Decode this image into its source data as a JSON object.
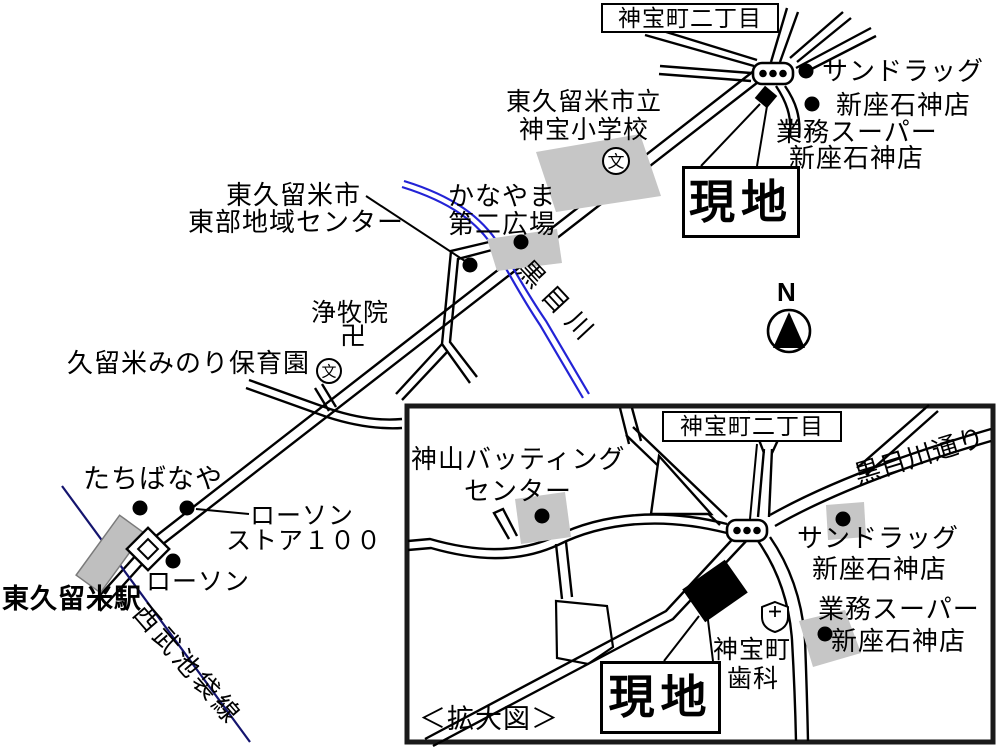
{
  "main": {
    "box_chome": "神宝町二丁目",
    "genchi": "現地",
    "sundrug1": "サンドラッグ",
    "sundrug2": "新座石神店",
    "gyomu1": "業務スーパー",
    "gyomu2": "新座石神店",
    "school1": "東久留米市立",
    "school2": "神宝小学校",
    "school_mark": "文",
    "center1": "東久留米市",
    "center2": "東部地域センター",
    "kanayama1": "かなやま",
    "kanayama2": "第二広場",
    "river": "黒目川",
    "joboku": "浄牧院",
    "manji": "卍",
    "nursery": "久留米みのり保育園",
    "tachibanaya": "たちばなや",
    "lawson100_1": "ローソン",
    "lawson100_2": "ストア１００",
    "lawson": "ローソン",
    "station": "東久留米駅",
    "railway": "西武池袋線",
    "north": "N"
  },
  "inset": {
    "box_chome": "神宝町二丁目",
    "genchi": "現地",
    "batting1": "神山バッティング",
    "batting2": "センター",
    "kurome_dori": "黒目川通り",
    "sundrug1": "サンドラッグ",
    "sundrug2": "新座石神店",
    "gyomu1": "業務スーパー",
    "gyomu2": "新座石神店",
    "dental1": "神宝町",
    "dental2": "歯科",
    "caption": "＜拡大図＞"
  },
  "colors": {
    "road": "#000000",
    "river": "#2323d6",
    "railway": "#14146e",
    "building_gray": "#c6c6c6",
    "station_gray": "#bfbfbf",
    "site_black": "#000000"
  }
}
